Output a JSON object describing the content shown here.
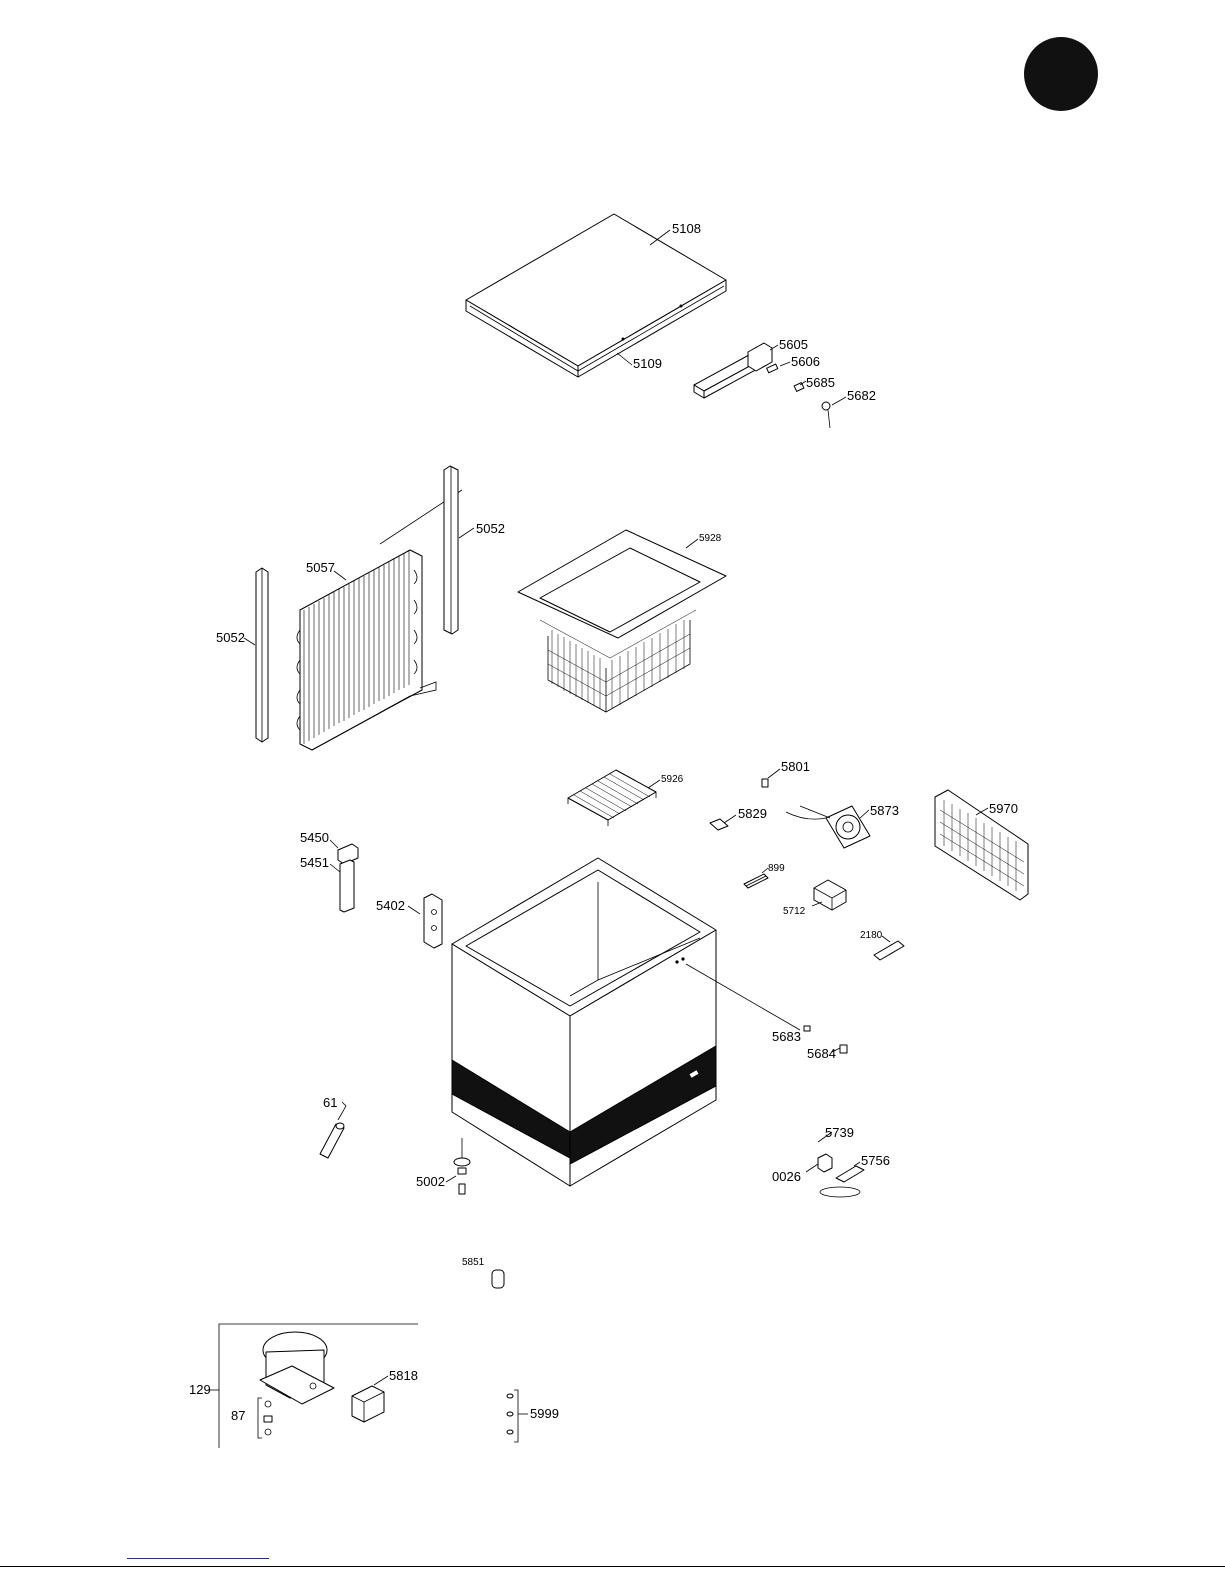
{
  "labels": {
    "l5108": "5108",
    "l5109": "5109",
    "l5605": "5605",
    "l5606": "5606",
    "l5685": "5685",
    "l5682": "5682",
    "l5052a": "5052",
    "l5052b": "5052",
    "l5057": "5057",
    "l5928": "5928",
    "l5801": "5801",
    "l5926": "5926",
    "l5829": "5829",
    "l5873": "5873",
    "l5970": "5970",
    "l5450": "5450",
    "l5451": "5451",
    "l5402": "5402",
    "l899": "899",
    "l5712": "5712",
    "l2180": "2180",
    "l5683": "5683",
    "l5684": "5684",
    "l61": "61",
    "l5739": "5739",
    "l0026": "0026",
    "l5756": "5756",
    "l5002": "5002",
    "l5851": "5851",
    "l129": "129",
    "l5818": "5818",
    "l87": "87",
    "l5999": "5999"
  },
  "colors": {
    "ink": "#000000",
    "band": "#111111",
    "footer_link": "#2222cc"
  },
  "icons": {
    "page_badge": "filled-circle"
  }
}
